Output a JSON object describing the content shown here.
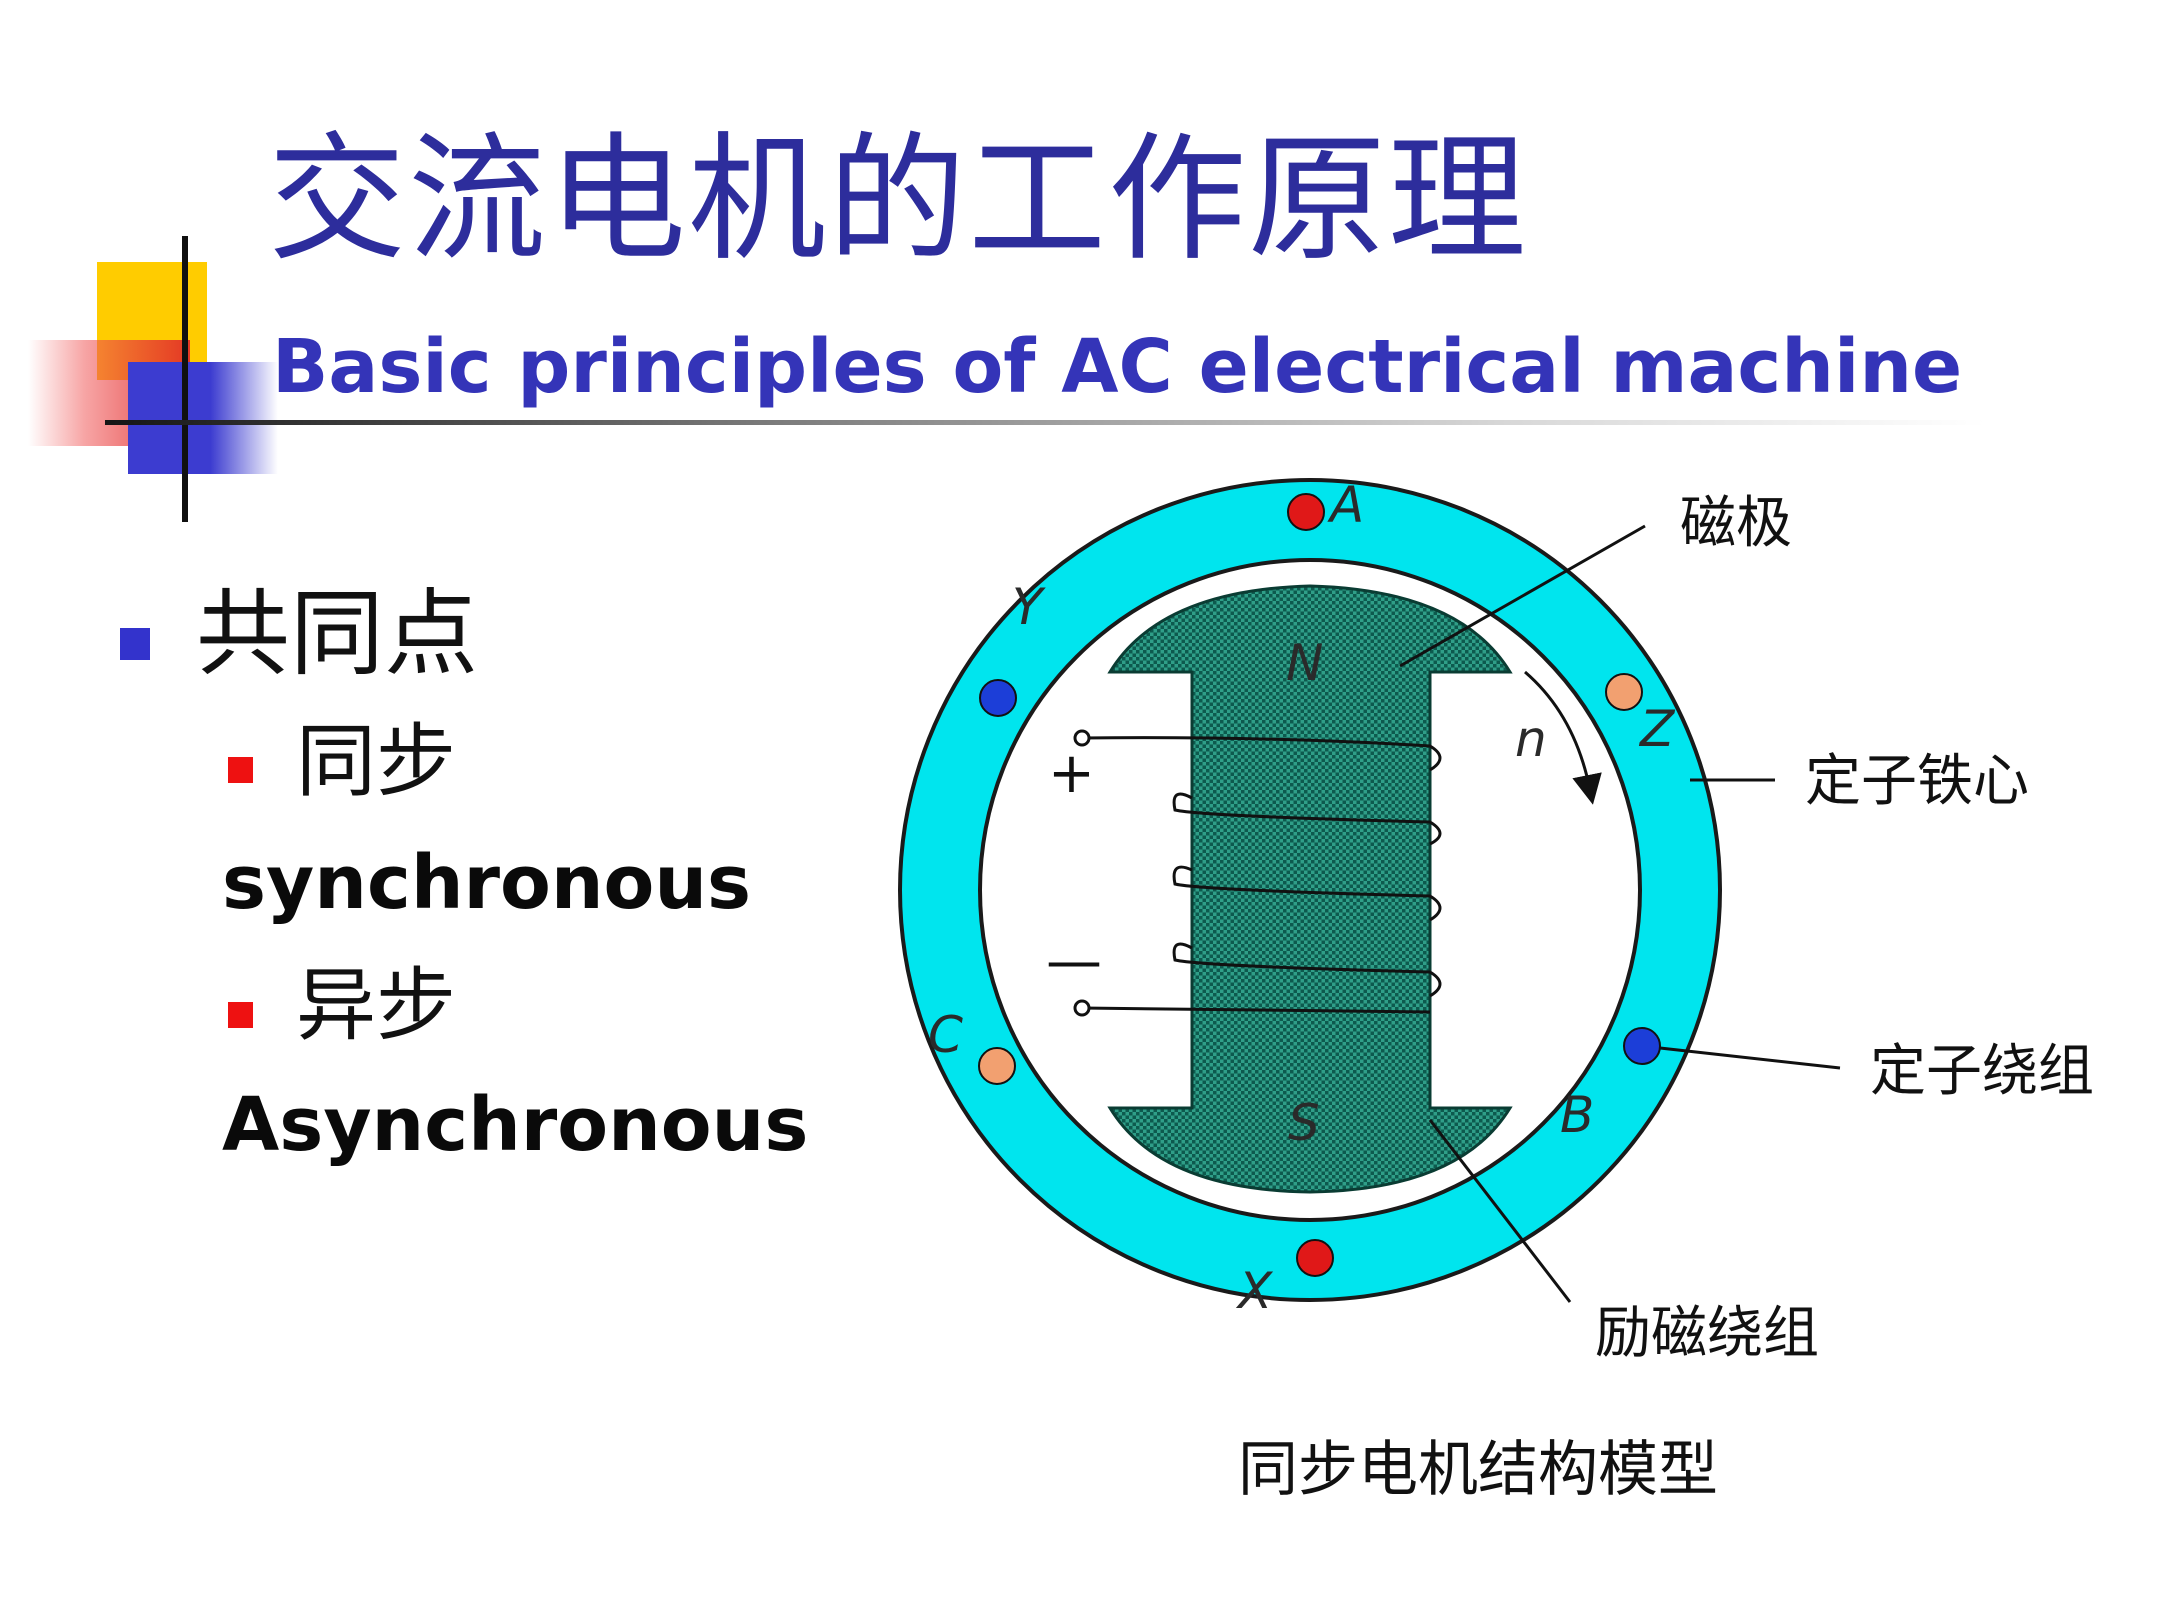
{
  "slide": {
    "title_cn": "交流电机的工作原理",
    "title_en": "Basic principles of AC electrical machine"
  },
  "content": {
    "point": "共同点",
    "items": [
      {
        "cn": "同步",
        "en": "synchronous"
      },
      {
        "cn": "异步",
        "en": "Asynchronous"
      }
    ]
  },
  "diagram": {
    "callouts": {
      "pole": "磁极",
      "stator_core": "定子铁心",
      "stator_winding": "定子绕组",
      "field_winding": "励磁绕组"
    },
    "caption": "同步电机结构模型",
    "winding_labels": [
      "A",
      "X",
      "B",
      "Y",
      "C",
      "Z"
    ],
    "pole_labels": [
      "N",
      "S"
    ],
    "speed_label": "n",
    "polarity": {
      "plus": "+",
      "minus": "—"
    }
  },
  "colors": {
    "title": "#2d2d9c",
    "stator": "#00e5ee",
    "rotor": "#2f9e88",
    "winding_red": "#e01818",
    "winding_blue": "#1c3ed8",
    "winding_orange": "#f2a070"
  }
}
